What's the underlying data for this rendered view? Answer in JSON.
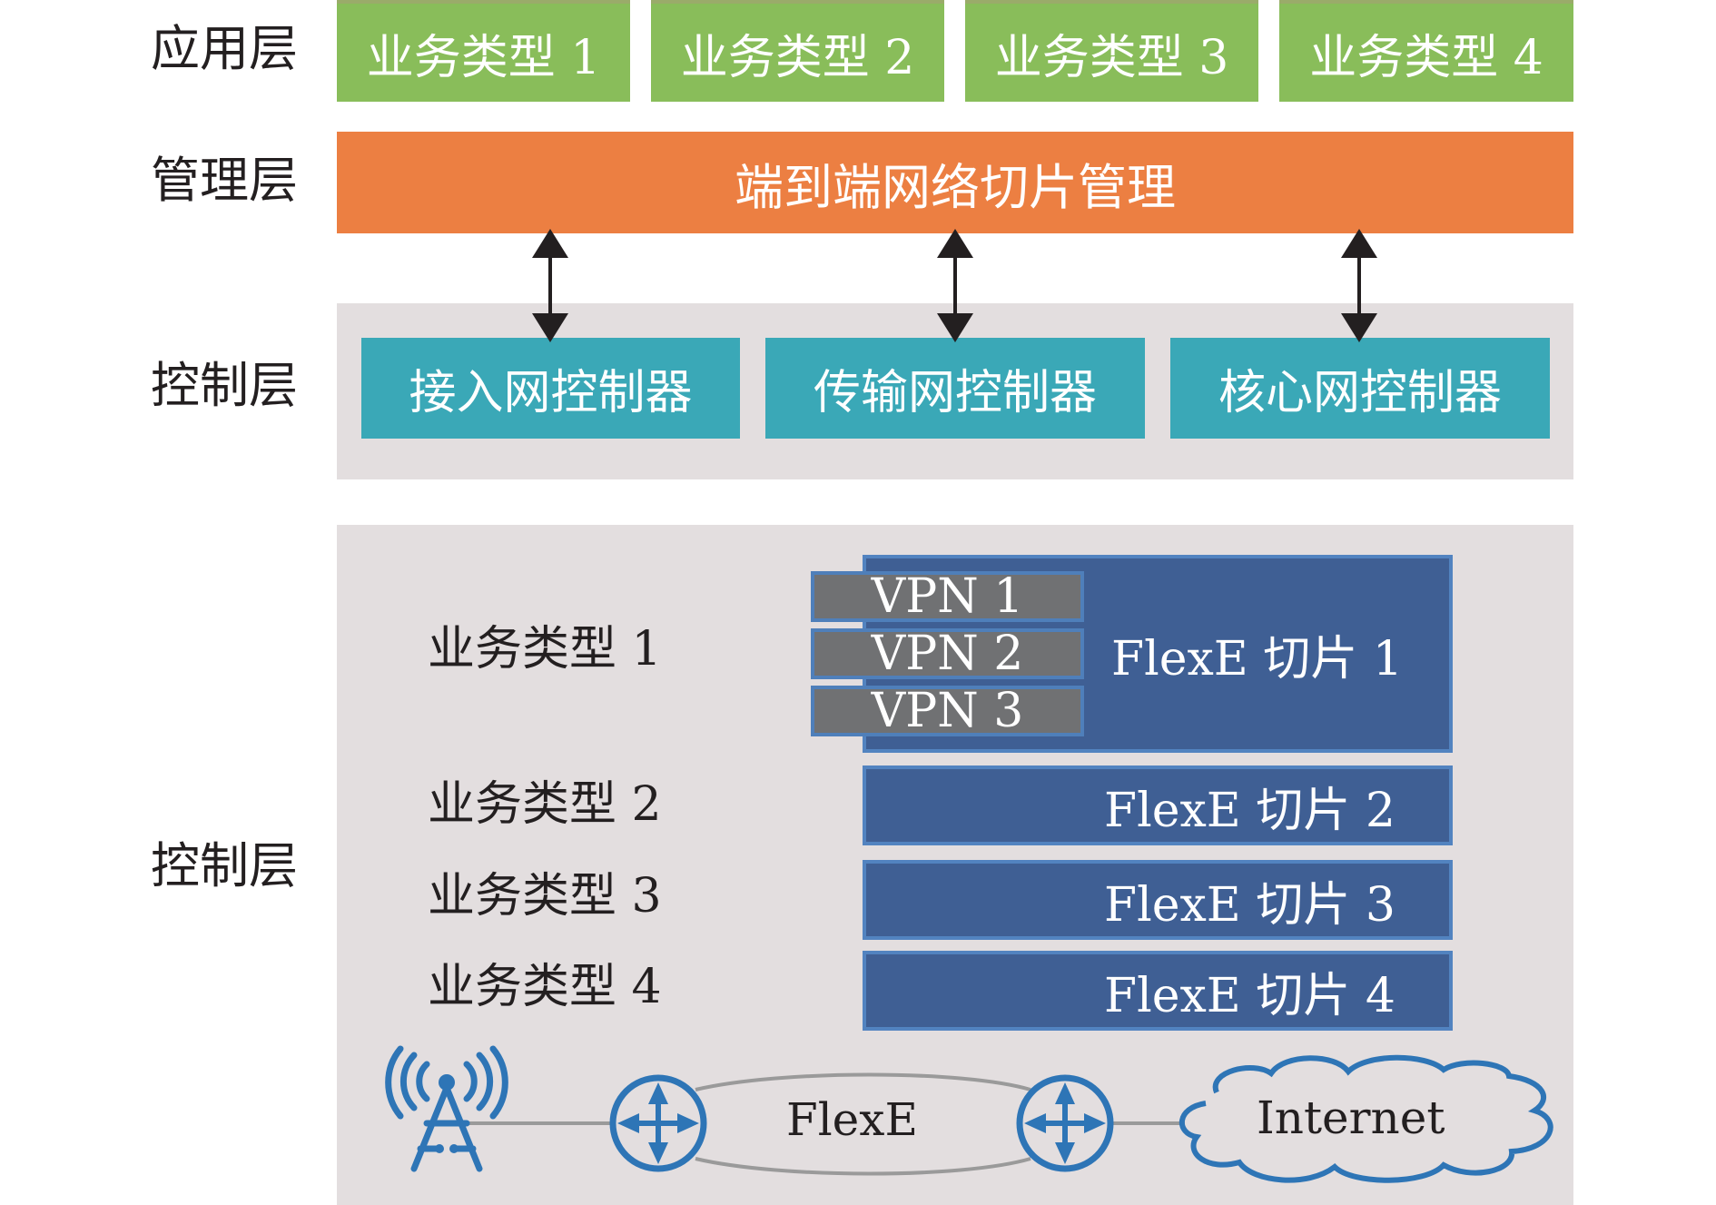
{
  "layers": {
    "application": "应用层",
    "management": "管理层",
    "control_upper": "控制层",
    "control_lower": "控制层"
  },
  "application_boxes": [
    "业务类型 1",
    "业务类型 2",
    "业务类型 3",
    "业务类型 4"
  ],
  "management_box": "端到端网络切片管理",
  "controllers": [
    "接入网控制器",
    "传输网控制器",
    "核心网控制器"
  ],
  "services": [
    "业务类型 1",
    "业务类型 2",
    "业务类型 3",
    "业务类型 4"
  ],
  "vpns": [
    "VPN 1",
    "VPN 2",
    "VPN 3"
  ],
  "slices": [
    "FlexE 切片 1",
    "FlexE 切片 2",
    "FlexE 切片 3",
    "FlexE 切片 4"
  ],
  "network": {
    "link_label": "FlexE",
    "cloud_label": "Internet",
    "icons": [
      "base-station-icon",
      "router-icon",
      "router-icon",
      "cloud-icon"
    ]
  },
  "colors": {
    "application": "#89bd5a",
    "management": "#ec7f42",
    "controller": "#3aa8b7",
    "slice": "#3f5f94",
    "vpn": "#707173",
    "panel": "#e3dedf",
    "icon": "#2e75b6"
  }
}
